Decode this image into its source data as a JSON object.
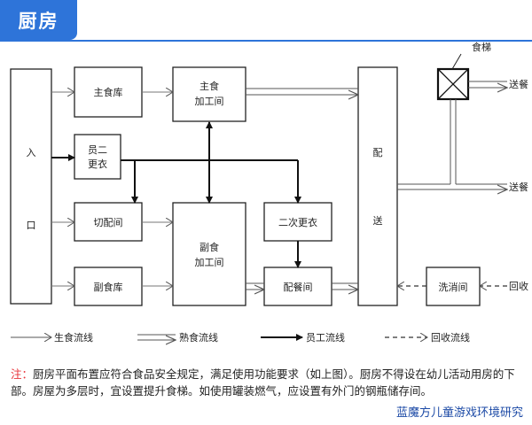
{
  "header": {
    "title": "厨房"
  },
  "nodes": {
    "entrance_top": "入",
    "entrance_bottom": "口",
    "main_storage": "主食库",
    "main_processing_1": "主食",
    "main_processing_2": "加工间",
    "staff_changing_1": "员二",
    "staff_changing_2": "更衣",
    "cutting_room": "切配间",
    "side_processing_1": "副食",
    "side_processing_2": "加工间",
    "side_storage": "副食库",
    "secondary_changing": "二次更衣",
    "serving_prep": "配餐间",
    "dispatch_top": "配",
    "dispatch_bottom": "送",
    "dish_lift": "食梯",
    "wash_room": "洗消间",
    "send_meal_1": "送餐",
    "send_meal_2": "送餐",
    "return_label": "回收"
  },
  "legend": {
    "raw_food": "生食流线",
    "cooked_food": "熟食流线",
    "staff": "员工流线",
    "recycle": "回收流线"
  },
  "note": {
    "prefix": "注：",
    "text": "厨房平面布置应符合食品安全规定，满足使用功能要求（如上图）。厨房不得设在幼儿活动用房的下部。房屋为多层时，宜设置提升食梯。如使用罐装燃气，应设置有外门的钢瓶储存间。"
  },
  "watermark": "蓝魔方儿童游戏环境研究"
}
